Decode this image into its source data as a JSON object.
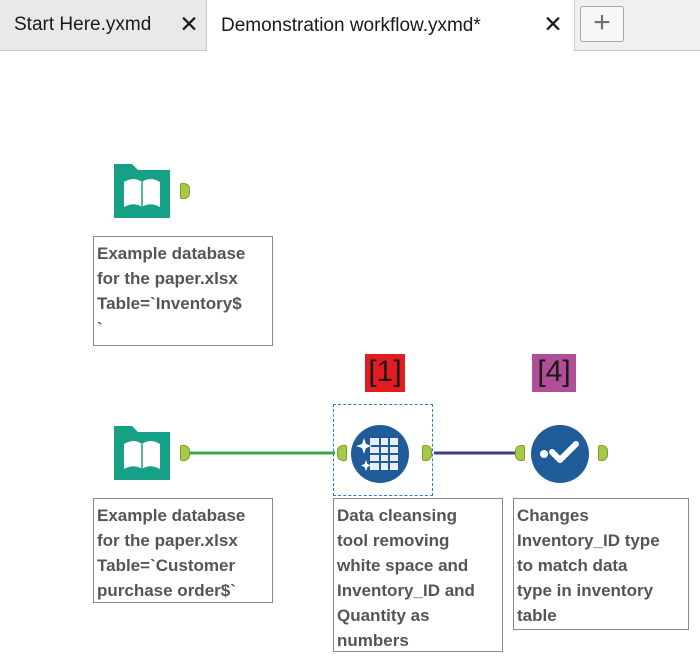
{
  "tabs": [
    {
      "label": "Start Here.yxmd",
      "close": "✕"
    },
    {
      "label": "Demonstration  workflow.yxmd*",
      "close": "✕"
    }
  ],
  "add_tab_label": "+",
  "workflow": {
    "annotations": {
      "input_inventory": "Example database\nfor the paper.xlsx\nTable=`Inventory$\n`",
      "input_orders": "Example database\nfor the paper.xlsx\nTable=`Customer\npurchase order$`",
      "cleansing": "Data cleansing\ntool removing\nwhite space and\nInventory_ID and\nQuantity as\nnumbers",
      "select": "Changes\nInventory_ID type\nto match data\ntype in inventory\ntable"
    },
    "tags": {
      "cleansing": "[1]",
      "select": "[4]"
    },
    "tag_colors": {
      "cleansing": "#e31b23",
      "select": "#b04e97"
    },
    "icons": {
      "input_inventory": "book-input-icon",
      "input_orders": "book-input-icon",
      "cleansing": "data-cleansing-icon",
      "select": "select-checkmark-icon"
    },
    "colors": {
      "input_tool": "#16a085",
      "cleansing_tool": "#1f5c99",
      "select_tool": "#1f5c99",
      "anchor": "#a6c94a",
      "connection_green": "#3aa84a",
      "connection_blue": "#3b3f8f",
      "selection": "#2a7fd4"
    }
  }
}
